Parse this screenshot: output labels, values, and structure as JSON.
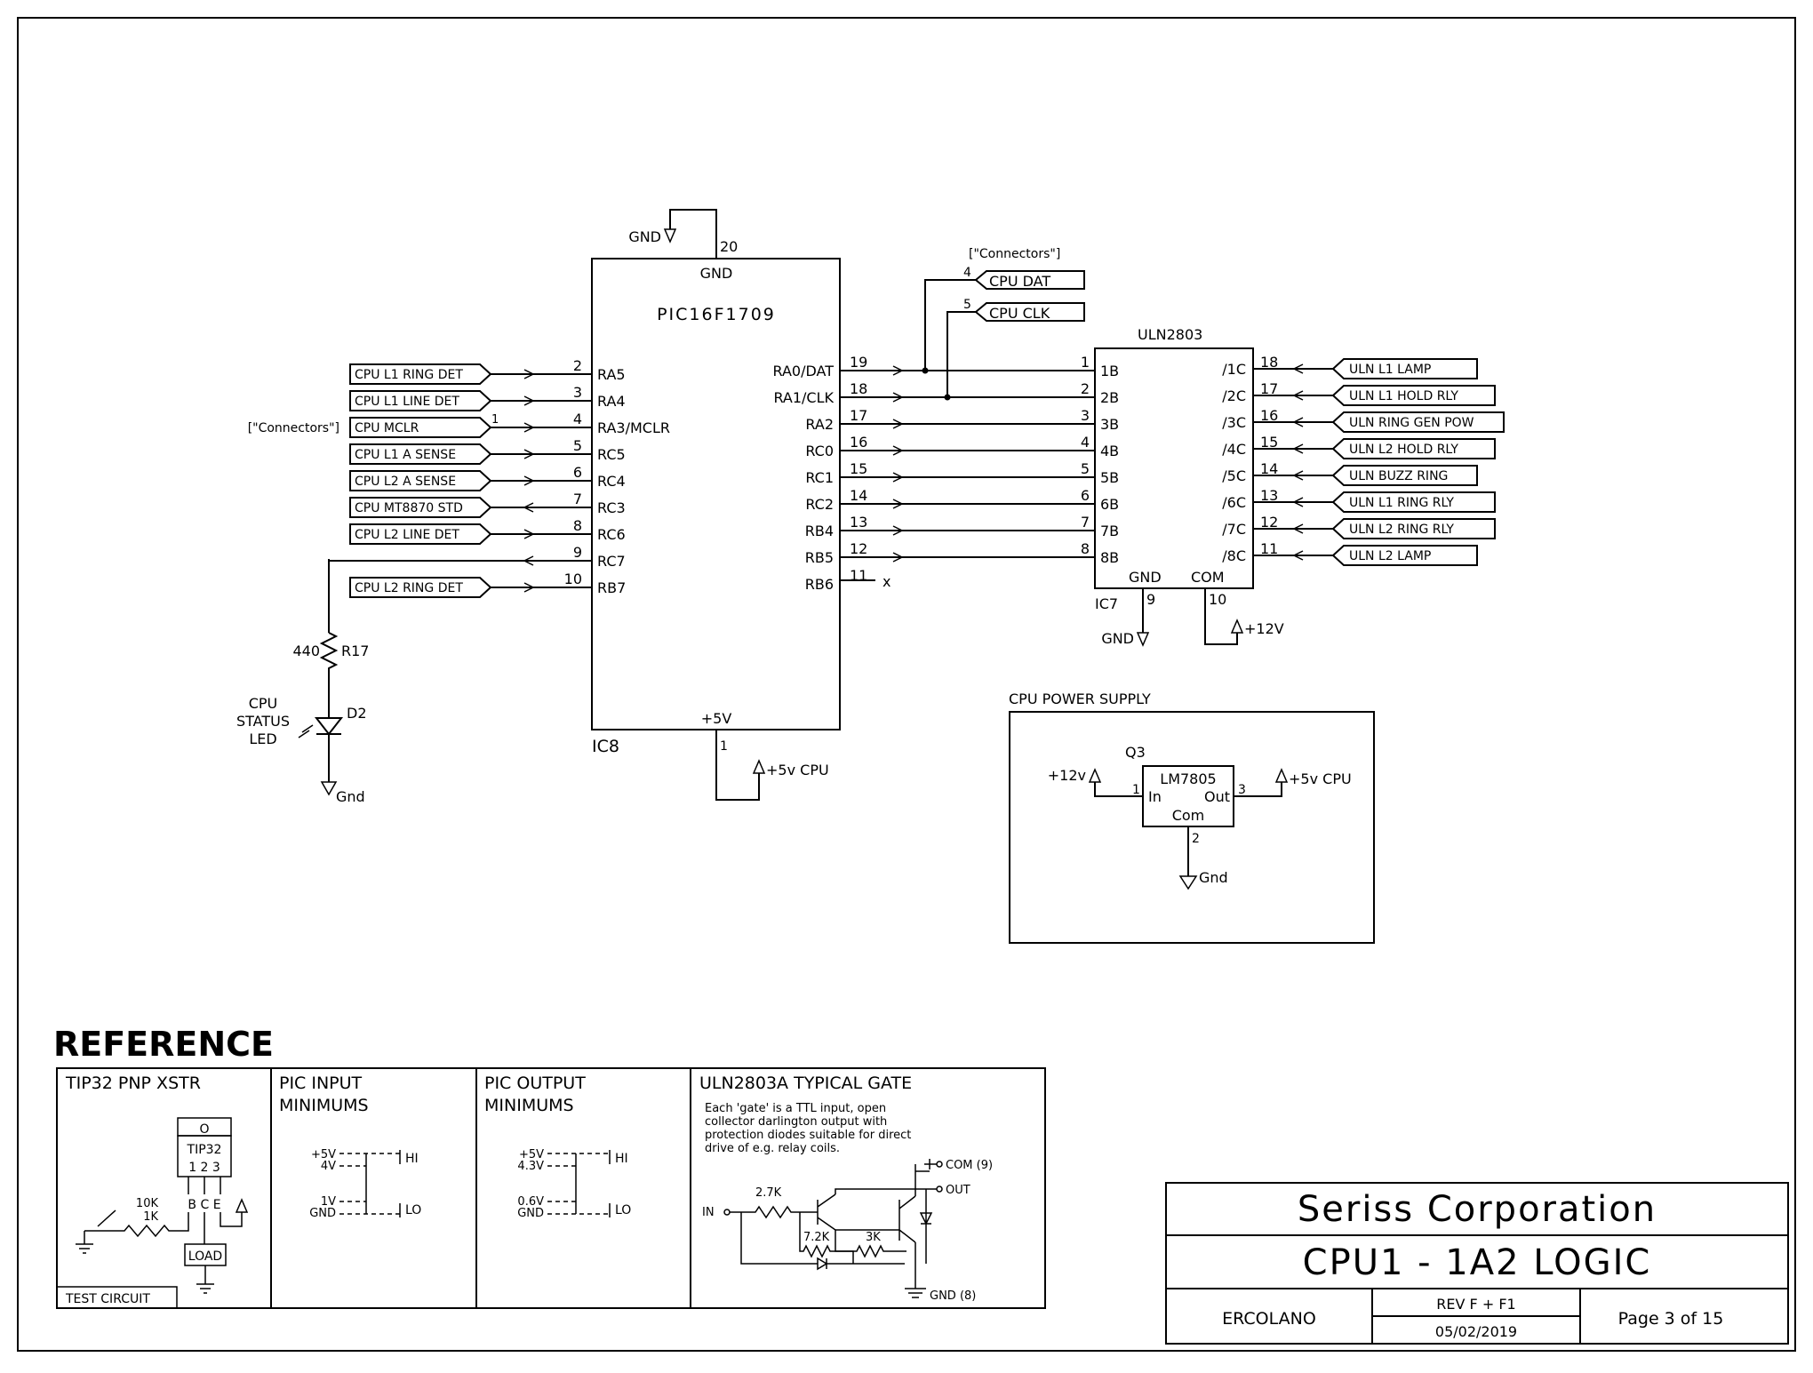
{
  "page": {
    "border_color": "#000000",
    "background": "#ffffff"
  },
  "title_block": {
    "company": "Seriss Corporation",
    "title": "CPU1 - 1A2 LOGIC",
    "author": "ERCOLANO",
    "rev": "REV F + F1",
    "date": "05/02/2019",
    "page": "Page 3 of 15"
  },
  "ic8": {
    "part": "PIC16F1709",
    "ref": "IC8",
    "gnd_label": "GND",
    "gnd_pin": "20",
    "gnd_symbol": "GND",
    "vcc_label": "+5V",
    "vcc_pin": "1",
    "vcc_net": "+5v CPU",
    "left_pins": [
      {
        "num": "2",
        "name": "RA5",
        "net": "CPU L1 RING DET",
        "dir": "in"
      },
      {
        "num": "3",
        "name": "RA4",
        "net": "CPU L1 LINE DET",
        "dir": "in"
      },
      {
        "num": "4",
        "name": "RA3/MCLR",
        "net": "CPU MCLR",
        "dir": "in"
      },
      {
        "num": "5",
        "name": "RC5",
        "net": "CPU L1 A SENSE",
        "dir": "in"
      },
      {
        "num": "6",
        "name": "RC4",
        "net": "CPU L2 A SENSE",
        "dir": "in"
      },
      {
        "num": "7",
        "name": "RC3",
        "net": "CPU MT8870 STD",
        "dir": "out"
      },
      {
        "num": "8",
        "name": "RC6",
        "net": "CPU L2 LINE DET",
        "dir": "in"
      },
      {
        "num": "9",
        "name": "RC7",
        "net": "",
        "dir": "out"
      },
      {
        "num": "10",
        "name": "RB7",
        "net": "CPU L2 RING DET",
        "dir": "in"
      }
    ],
    "mclr_connector": "[\"Connectors\"]",
    "mclr_pin": "1",
    "right_pins": [
      {
        "num": "19",
        "name": "RA0/DAT"
      },
      {
        "num": "18",
        "name": "RA1/CLK"
      },
      {
        "num": "17",
        "name": "RA2"
      },
      {
        "num": "16",
        "name": "RC0"
      },
      {
        "num": "15",
        "name": "RC1"
      },
      {
        "num": "14",
        "name": "RC2"
      },
      {
        "num": "13",
        "name": "RB4"
      },
      {
        "num": "12",
        "name": "RB5"
      },
      {
        "num": "11",
        "name": "RB6"
      }
    ],
    "nc_mark": "x"
  },
  "connectors_top": {
    "label": "[\"Connectors\"]",
    "items": [
      {
        "pin": "4",
        "net": "CPU DAT"
      },
      {
        "pin": "5",
        "net": "CPU CLK"
      }
    ]
  },
  "led_circuit": {
    "resistor_value": "440",
    "resistor_ref": "R17",
    "led_ref": "D2",
    "led_label": [
      "CPU",
      "STATUS",
      "LED"
    ],
    "gnd": "Gnd"
  },
  "uln": {
    "part": "ULN2803",
    "ref": "IC7",
    "gnd_label": "GND",
    "gnd_pin": "9",
    "gnd_symbol": "GND",
    "com_label": "COM",
    "com_pin": "10",
    "com_net": "+12V",
    "inputs": [
      {
        "num": "1",
        "name": "1B"
      },
      {
        "num": "2",
        "name": "2B"
      },
      {
        "num": "3",
        "name": "3B"
      },
      {
        "num": "4",
        "name": "4B"
      },
      {
        "num": "5",
        "name": "5B"
      },
      {
        "num": "6",
        "name": "6B"
      },
      {
        "num": "7",
        "name": "7B"
      },
      {
        "num": "8",
        "name": "8B"
      }
    ],
    "outputs": [
      {
        "num": "18",
        "name": "/1C",
        "net": "ULN L1 LAMP"
      },
      {
        "num": "17",
        "name": "/2C",
        "net": "ULN L1 HOLD RLY"
      },
      {
        "num": "16",
        "name": "/3C",
        "net": "ULN RING GEN POW"
      },
      {
        "num": "15",
        "name": "/4C",
        "net": "ULN L2 HOLD RLY"
      },
      {
        "num": "14",
        "name": "/5C",
        "net": "ULN BUZZ RING"
      },
      {
        "num": "13",
        "name": "/6C",
        "net": "ULN L1 RING RLY"
      },
      {
        "num": "12",
        "name": "/7C",
        "net": "ULN L2 RING RLY"
      },
      {
        "num": "11",
        "name": "/8C",
        "net": "ULN L2 LAMP"
      }
    ]
  },
  "power_supply": {
    "title": "CPU POWER SUPPLY",
    "ref": "Q3",
    "part": "LM7805",
    "in_label": "In",
    "out_label": "Out",
    "com_label": "Com",
    "in_pin": "1",
    "out_pin": "3",
    "com_pin": "2",
    "in_net": "+12v",
    "out_net": "+5v CPU",
    "gnd": "Gnd"
  },
  "reference": {
    "heading": "REFERENCE",
    "tip32": {
      "title": "TIP32 PNP XSTR",
      "part": "TIP32",
      "pins": "1 2 3",
      "bce": "B C E",
      "resistors": [
        "10K",
        "1K"
      ],
      "load": "LOAD",
      "test": "TEST CIRCUIT",
      "o_mark": "O"
    },
    "pic_input": {
      "title1": "PIC INPUT",
      "title2": "MINIMUMS",
      "hi_top": "+5V",
      "hi_bot": "4V",
      "lo_top": "1V",
      "lo_bot": "GND",
      "hi": "HI",
      "lo": "LO"
    },
    "pic_output": {
      "title1": "PIC OUTPUT",
      "title2": "MINIMUMS",
      "hi_top": "+5V",
      "hi_bot": "4.3V",
      "lo_top": "0.6V",
      "lo_bot": "GND",
      "hi": "HI",
      "lo": "LO"
    },
    "uln_gate": {
      "title": "ULN2803A TYPICAL GATE",
      "desc": [
        "Each 'gate' is a TTL input, open",
        "collector darlington output with",
        "protection diodes suitable for direct",
        "drive of e.g. relay coils."
      ],
      "r1": "2.7K",
      "r2": "7.2K",
      "r3": "3K",
      "in": "IN",
      "com": "COM (9)",
      "out": "OUT",
      "gnd": "GND (8)"
    }
  }
}
